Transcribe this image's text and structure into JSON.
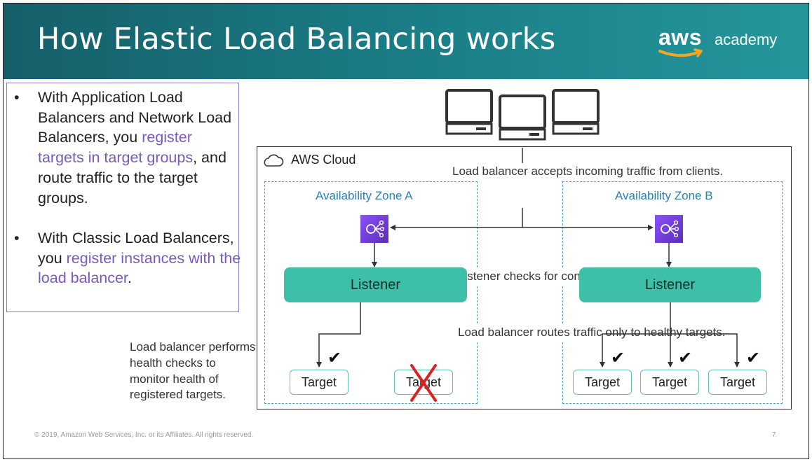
{
  "header": {
    "title": "How Elastic Load Balancing works",
    "logo_aws": "aws",
    "logo_academy": "academy"
  },
  "bullets": [
    {
      "parts": [
        {
          "text": "With Application Load Balancers and Network Load Balancers, you ",
          "highlight": false
        },
        {
          "text": "register targets in target groups",
          "highlight": true
        },
        {
          "text": ", and route traffic to the target groups.",
          "highlight": false
        }
      ]
    },
    {
      "parts": [
        {
          "text": "With Classic Load Balancers, you ",
          "highlight": false
        },
        {
          "text": "register instances with the load balancer",
          "highlight": true
        },
        {
          "text": ".",
          "highlight": false
        }
      ]
    }
  ],
  "health_note": "Load balancer performs health checks to monitor health of registered targets.",
  "diagram": {
    "cloud_label": "AWS Cloud",
    "zone_a_label": "Availability Zone A",
    "zone_b_label": "Availability Zone B",
    "caption_accept": "Load balancer accepts incoming traffic from clients.",
    "caption_listener": "Listener checks for connection requests.",
    "caption_routes": "Load balancer routes traffic only to healthy targets.",
    "listener_label": "Listener",
    "target_label": "Target",
    "client_count": 3,
    "zone_a_targets": [
      {
        "label": "Target",
        "healthy": true
      },
      {
        "label": "Target",
        "healthy": false
      }
    ],
    "zone_b_targets": [
      {
        "label": "Target",
        "healthy": true
      },
      {
        "label": "Target",
        "healthy": true
      },
      {
        "label": "Target",
        "healthy": true
      }
    ]
  },
  "footer": {
    "copyright": "© 2019, Amazon Web Services, Inc. or its Affiliates. All rights reserved.",
    "page_number": "7"
  },
  "colors": {
    "header_dark": "#155f69",
    "header_light": "#23979c",
    "highlight": "#7a57c6",
    "listener": "#3ebfa8",
    "az_border": "#4aa3c9",
    "elb_icon": "#7b3fe4",
    "unhealthy_x": "#e02020"
  },
  "icons": {
    "client": "desktop-computer-icon",
    "load_balancer": "elastic-load-balancing-icon",
    "cloud": "cloud-icon",
    "healthy": "checkmark-icon",
    "unhealthy": "red-x-icon"
  }
}
